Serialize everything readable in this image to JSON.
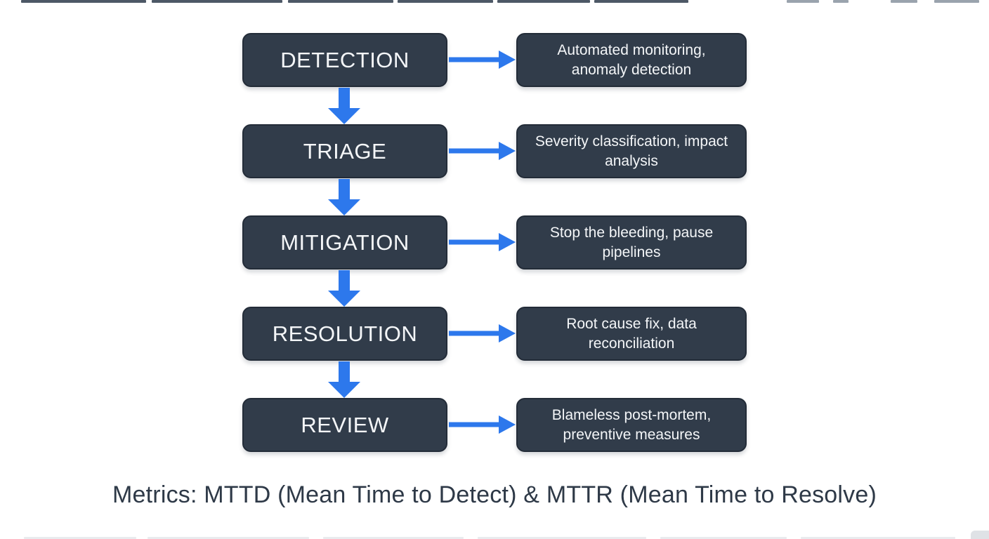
{
  "flow": {
    "steps": [
      {
        "label": "DETECTION",
        "description": "Automated monitoring, anomaly detection"
      },
      {
        "label": "TRIAGE",
        "description": "Severity classification, impact analysis"
      },
      {
        "label": "MITIGATION",
        "description": "Stop the bleeding, pause pipelines"
      },
      {
        "label": "RESOLUTION",
        "description": "Root cause fix, data reconciliation"
      },
      {
        "label": "REVIEW",
        "description": "Blameless post-mortem, preventive measures"
      }
    ]
  },
  "footer": {
    "metrics_text": "Metrics: MTTD (Mean Time to Detect) & MTTR (Mean Time to Resolve)"
  },
  "icons": {
    "right_arrow": "arrow-right-icon",
    "down_arrow": "arrow-down-icon"
  },
  "colors": {
    "background": "#ffffff",
    "box_fill": "#313c4a",
    "box_border": "#232c38",
    "box_text": "#f4f6f8",
    "arrow_blue": "#2d78ec",
    "footer_text": "#2e3947"
  }
}
